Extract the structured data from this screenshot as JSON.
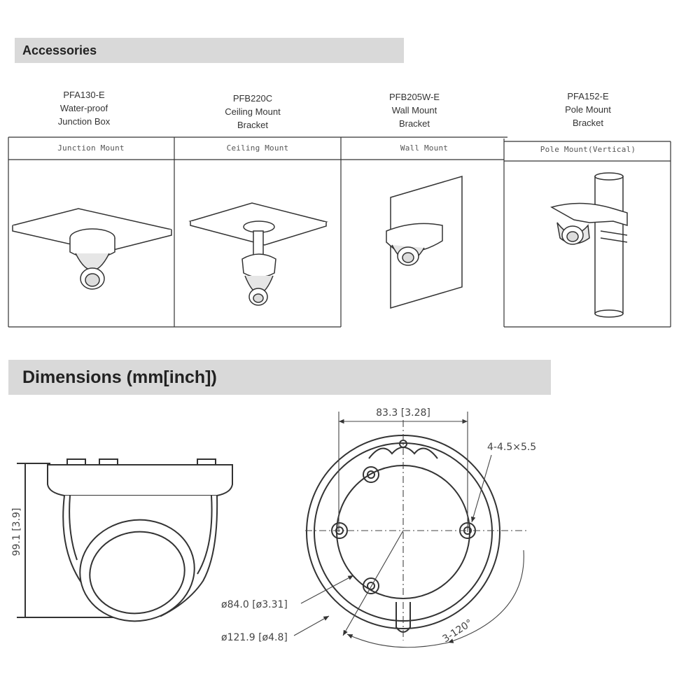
{
  "accessories": {
    "heading": "Accessories",
    "items": [
      {
        "model": "PFA130-E",
        "name_line1": "Water-proof",
        "name_line2": "Junction Box",
        "mount": "Junction Mount"
      },
      {
        "model": "PFB220C",
        "name_line1": "Ceiling Mount",
        "name_line2": "Bracket",
        "mount": "Ceiling Mount"
      },
      {
        "model": "PFB205W-E",
        "name_line1": "Wall Mount",
        "name_line2": "Bracket",
        "mount": "Wall Mount"
      },
      {
        "model": "PFA152-E",
        "name_line1": "Pole Mount",
        "name_line2": "Bracket",
        "mount": "Pole Mount(Vertical)"
      }
    ]
  },
  "dimensions": {
    "heading": "Dimensions (mm[inch])",
    "width_label": "83.3 [3.28]",
    "holes_label": "4-4.5×5.5",
    "height_label": "99.1 [3.9]",
    "inner_diameter_label": "ø84.0 [ø3.31]",
    "outer_diameter_label": "ø121.9 [ø4.8]",
    "angle_label": "3-120°"
  }
}
